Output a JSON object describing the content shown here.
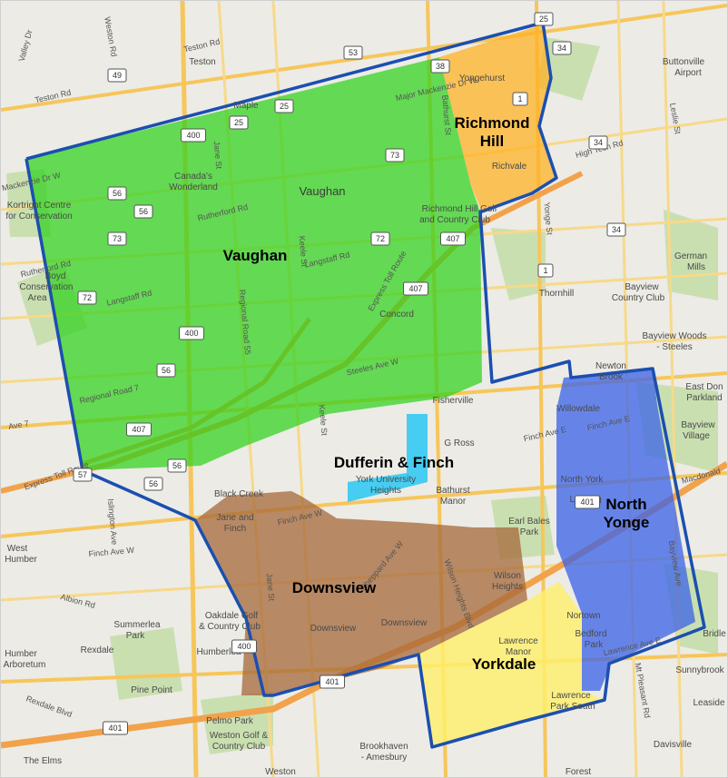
{
  "map": {
    "zones": [
      {
        "id": "vaughan",
        "label": "Vaughan",
        "color": "#2fd11c"
      },
      {
        "id": "richmond-hill",
        "label": "Richmond Hill",
        "line1": "Richmond",
        "line2": "Hill",
        "color": "#ffb01f"
      },
      {
        "id": "dufferin-finch",
        "label": "Dufferin & Finch",
        "color": "#29c8f2"
      },
      {
        "id": "downsview",
        "label": "Downsview",
        "color": "#a5683a"
      },
      {
        "id": "north-yonge",
        "label": "North Yonge",
        "line1": "North",
        "line2": "Yonge",
        "color": "#3a62e8"
      },
      {
        "id": "yorkdale",
        "label": "Yorkdale",
        "color": "#fff06a"
      }
    ],
    "boundary_color": "#1b4fb0",
    "places": {
      "teston": "Teston",
      "maple": "Maple",
      "canadas_wonderland_1": "Canada's",
      "canadas_wonderland_2": "Wonderland",
      "vaughan_town": "Vaughan",
      "yongehurst": "Yongehurst",
      "richvale": "Richvale",
      "richmond_club_1": "Richmond Hill Golf",
      "richmond_club_2": "and Country Club",
      "kortright_1": "Kortright Centre",
      "kortright_2": "for Conservation",
      "boyd_1": "Boyd",
      "boyd_2": "Conservation",
      "boyd_3": "Area",
      "concord": "Concord",
      "thornhill": "Thornhill",
      "buttonville_1": "Buttonville",
      "buttonville_2": "Airport",
      "german_mills_1": "German",
      "german_mills_2": "Mills",
      "bayview_cc_1": "Bayview",
      "bayview_cc_2": "Country Club",
      "bayview_woods_1": "Bayview Woods",
      "bayview_woods_2": "- Steeles",
      "newton_brook_1": "Newton",
      "newton_brook_2": "Brook",
      "east_don_1": "East Don",
      "east_don_2": "Parkland",
      "bayview_village_1": "Bayview",
      "bayview_village_2": "Village",
      "willowdale": "Willowdale",
      "fisherville": "Fisherville",
      "g_ross": "G Ross",
      "york_u_1": "York University",
      "york_u_2": "Heights",
      "bathurst_manor_1": "Bathurst",
      "bathurst_manor_2": "Manor",
      "north_york": "North York",
      "lansing": "Lansing",
      "black_creek": "Black Creek",
      "jane_finch_1": "Jane and",
      "jane_finch_2": "Finch",
      "earl_bales_1": "Earl Bales",
      "earl_bales_2": "Park",
      "wilson_heights_1": "Wilson",
      "wilson_heights_2": "Heights",
      "downsview_town": "Downsview",
      "downsview_ap": "Downsview",
      "west_humber_1": "West",
      "west_humber_2": "Humber",
      "summerlea_1": "Summerlea",
      "summerlea_2": "Park",
      "oakdale_1": "Oakdale Golf",
      "oakdale_2": "& Country Club",
      "humber_arb_1": "Humber",
      "humber_arb_2": "Arboretum",
      "rexdale": "Rexdale",
      "humberlea": "Humberlea",
      "pine_point": "Pine Point",
      "pelmo_park": "Pelmo Park",
      "weston_golf_1": "Weston Golf &",
      "weston_golf_2": "Country Club",
      "brookhaven_1": "Brookhaven",
      "brookhaven_2": "- Amesbury",
      "bedford_park_1": "Bedford",
      "bedford_park_2": "Park",
      "lawrence_manor_1": "Lawrence",
      "lawrence_manor_2": "Manor",
      "lawrence_park_1": "Lawrence",
      "lawrence_park_2": "Park South",
      "northtown": "Nortown",
      "sunnybrook": "Sunnybrook",
      "bridle": "Bridle",
      "leaside": "Leaside",
      "davisville": "Davisville",
      "forest_hill": "Forest",
      "the_elms": "The Elms",
      "weston": "Weston"
    },
    "roads": {
      "major_mackenzie": "Major Mackenzie Dr W",
      "mackenzie_w": "Mackenzie Dr W",
      "teston_rd": "Teston Rd",
      "teston_rd_w": "Teston Rd",
      "rutherford_rd": "Rutherford Rd",
      "rutherford_rd_w": "Rutherford Rd",
      "langstaff_rd": "Langstaff Rd",
      "langstaff_rd_w": "Langstaff Rd",
      "regional_rd_7": "Regional Road 7",
      "steeles_w": "Steeles Ave W",
      "finch_w": "Finch Ave W",
      "finch_w_2": "Finch Ave W",
      "finch_e": "Finch Ave E",
      "finch_e_2": "Finch Ave E",
      "jane_st": "Jane St",
      "keele_st": "Keele St",
      "bathurst_st": "Bathurst St",
      "yonge_st": "Yonge St",
      "leslie_st": "Leslie St",
      "bayview_ave": "Bayview Ave",
      "mt_pleasant": "Mt Pleasant Rd",
      "islington": "Islington Ave",
      "albion_rd": "Albion Rd",
      "rexdale_blvd": "Rexdale Blvd",
      "express_toll": "Express Toll Route",
      "express_toll_2": "Express Toll Route",
      "regional_rd_55": "Regional Road 55",
      "wilson_heights_blvd": "Wilson Heights Blvd",
      "sheppard_w": "Sheppard Ave W",
      "lawrence_e": "Lawrence Ave E",
      "valley_dr": "Valley Dr",
      "weston_rd": "Weston Rd",
      "macdonald": "Macdonald",
      "hi_tech": "High Tech Rd",
      "ave_7": "Ave 7",
      "jane_st_2": "Jane St",
      "keele_st_2": "Keele St"
    },
    "shields": [
      "49",
      "53",
      "25",
      "38",
      "34",
      "25",
      "34",
      "1",
      "400",
      "25",
      "73",
      "56",
      "56",
      "73",
      "72",
      "407",
      "407",
      "1",
      "34",
      "400",
      "56",
      "72",
      "56",
      "407",
      "57",
      "56",
      "400",
      "401",
      "401",
      "401"
    ]
  }
}
